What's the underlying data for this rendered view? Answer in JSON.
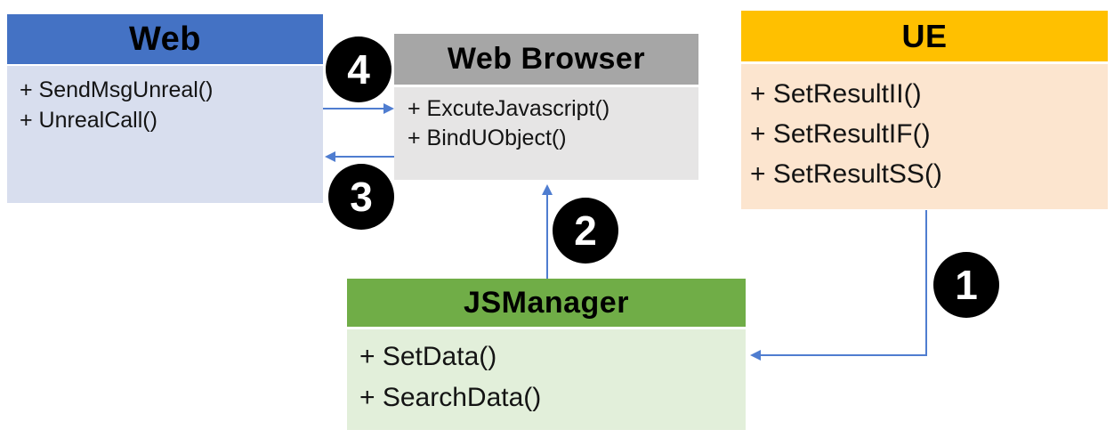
{
  "diagram": {
    "arrow_color": "#4f7dd0",
    "classes": [
      {
        "id": "web",
        "title": "Web",
        "header_color": "#4472c4",
        "body_color": "#d8deee",
        "methods": [
          "+ SendMsgUnreal()",
          "+ UnrealCall()"
        ]
      },
      {
        "id": "web-browser",
        "title": "Web Browser",
        "header_color": "#a6a6a6",
        "body_color": "#e6e5e5",
        "methods": [
          "+ ExcuteJavascript()",
          "+ BindUObject()"
        ]
      },
      {
        "id": "ue",
        "title": "UE",
        "header_color": "#ffc000",
        "body_color": "#fce5cf",
        "methods": [
          "+ SetResultII()",
          "+ SetResultIF()",
          "+ SetResultSS()"
        ]
      },
      {
        "id": "jsmanager",
        "title": "JSManager",
        "header_color": "#70ad47",
        "body_color": "#e2efda",
        "methods": [
          "+ SetData()",
          "+ SearchData()"
        ]
      }
    ],
    "steps": [
      {
        "number": "1",
        "from": "UE",
        "to": "JSManager"
      },
      {
        "number": "2",
        "from": "JSManager",
        "to": "Web Browser"
      },
      {
        "number": "3",
        "from": "Web Browser",
        "to": "Web"
      },
      {
        "number": "4",
        "from": "Web",
        "to": "Web Browser"
      }
    ]
  }
}
